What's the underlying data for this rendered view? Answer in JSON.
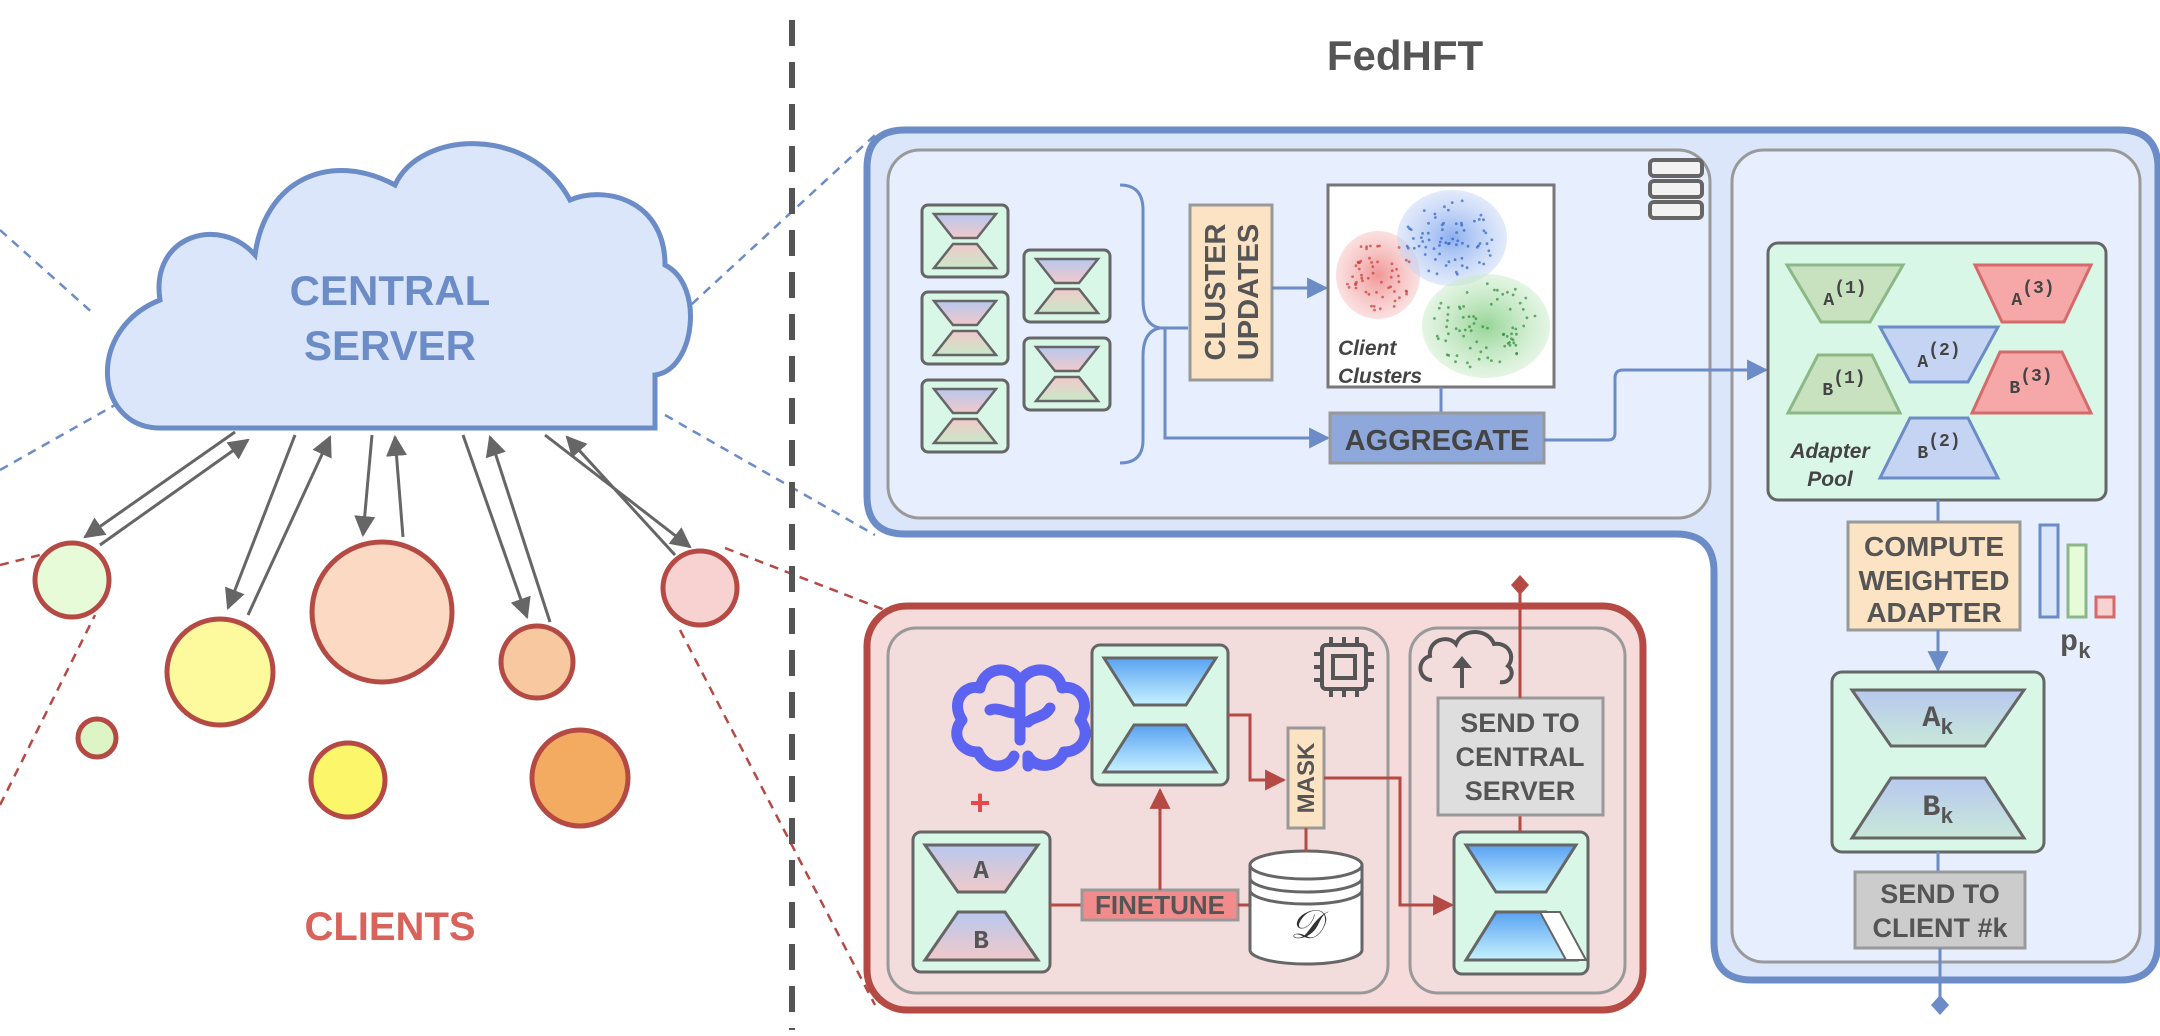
{
  "title": "FedHFT",
  "server_label_line1": "CENTRAL",
  "server_label_line2": "SERVER",
  "clients_label": "CLIENTS",
  "cluster_updates_line1": "CLUSTER",
  "cluster_updates_line2": "UPDATES",
  "client_clusters_line1": "Client",
  "client_clusters_line2": "Clusters",
  "aggregate_label": "AGGREGATE",
  "adapter_pool_line1": "Adapter",
  "adapter_pool_line2": "Pool",
  "adapters": {
    "a1": "A",
    "a1_sup": "(1)",
    "a2": "A",
    "a2_sup": "(2)",
    "a3": "A",
    "a3_sup": "(3)",
    "b1": "B",
    "b1_sup": "(1)",
    "b2": "B",
    "b2_sup": "(2)",
    "b3": "B",
    "b3_sup": "(3)"
  },
  "compute_line1": "COMPUTE",
  "compute_line2": "WEIGHTED",
  "compute_line3": "ADAPTER",
  "pk_main": "p",
  "pk_sub": "k",
  "ak_main": "A",
  "ak_sub": "k",
  "bk_main": "B",
  "bk_sub": "k",
  "send_client_line1": "SEND TO",
  "send_client_line2": "CLIENT #k",
  "send_server_line1": "SEND TO",
  "send_server_line2": "CENTRAL",
  "send_server_line3": "SERVER",
  "mask_label": "MASK",
  "finetune_label": "FINETUNE",
  "dataset_symbol": "𝒟",
  "plus_symbol": "+",
  "lora_a": "A",
  "lora_b": "B",
  "colors": {
    "server_blue": "#6b8cc7",
    "server_fill": "#dbe6fb",
    "client_red": "#b54a45",
    "client_fill": "#f7dada",
    "adapter_green": "#d9f7e6",
    "label_orange": "#fce3c4",
    "brain_purple": "#5b63f0"
  }
}
